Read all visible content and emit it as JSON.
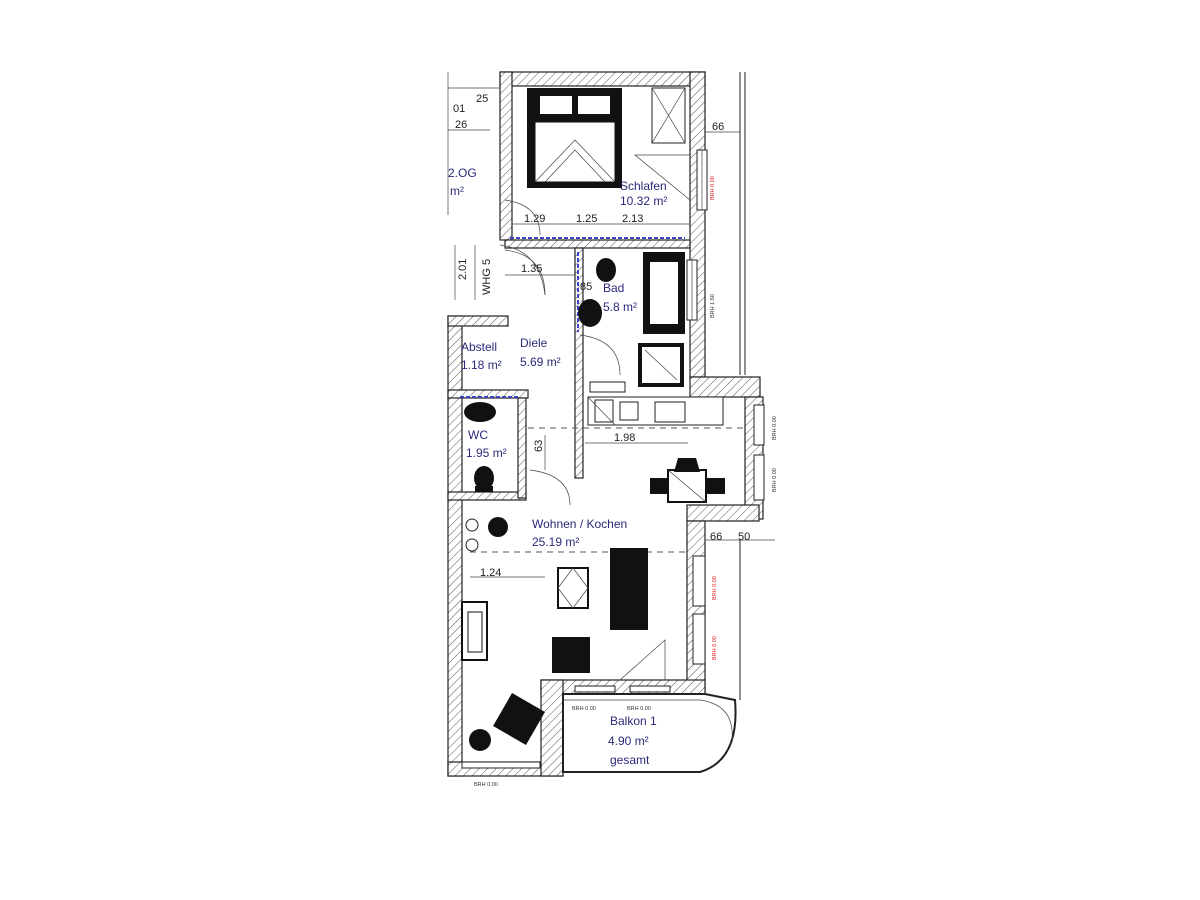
{
  "rooms": {
    "schlafen": {
      "name": "Schlafen",
      "area": "10.32 m²",
      "dim": "2.13"
    },
    "bad": {
      "name": "Bad",
      "area": "5.8 m²"
    },
    "diele": {
      "name": "Diele",
      "area": "5.69 m²"
    },
    "abstell": {
      "name": "Abstell",
      "area": "1.18 m²"
    },
    "wc": {
      "name": "WC",
      "area": "1.95 m²"
    },
    "wohnen": {
      "name": "Wohnen / Kochen",
      "area": "25.19 m²"
    },
    "balkon": {
      "name": "Balkon 1",
      "area": "4.90 m²",
      "note": "gesamt"
    },
    "neighbor": {
      "name": "2.OG",
      "area": "m²"
    }
  },
  "dimensions": {
    "d_01": "01",
    "d_25": "25",
    "d_26": "26",
    "d_66_top": "66",
    "d_129": "1.29",
    "d_125": "1.25",
    "d_135": "1.35",
    "d_201": "2.01",
    "d_whg": "WHG 5",
    "d_85": "85",
    "d_198": "1.98",
    "d_63": "63",
    "d_66_mid": "66",
    "d_50": "50",
    "d_124": "1.24"
  },
  "labels": {
    "brh_top": "BRH 1.60",
    "brh_mid1": "BRH 0.00",
    "brh_mid2": "BRH 0.00",
    "brh_balk1": "BRH 0.00",
    "brh_balk2": "BRH 0.00",
    "brh_bottom": "BRH 0.00",
    "red_top": "BRH 0.00",
    "red_mid1": "BRH 0.00",
    "red_mid2": "BRH 0.00"
  },
  "colors": {
    "room_text": "#2a2a7a",
    "door_highlight": "#3a44c8",
    "accent_red": "#d22222"
  }
}
